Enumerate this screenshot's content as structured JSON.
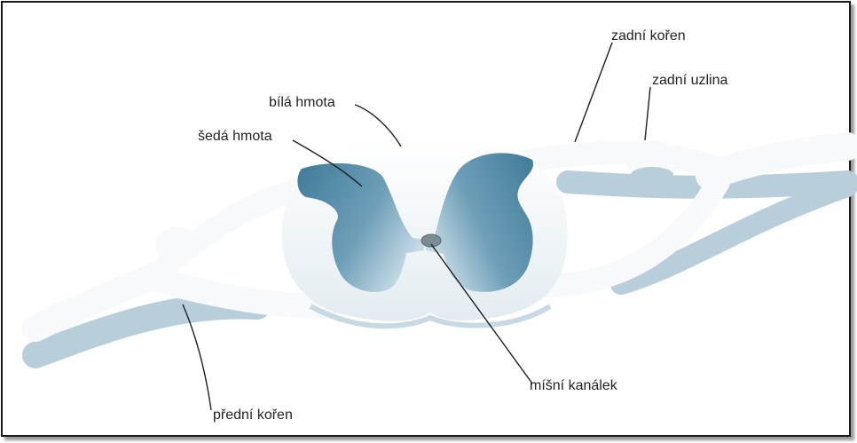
{
  "labels": {
    "zadni_koren": "zadní kořen",
    "zadni_uzlina": "zadní uzlina",
    "bila_hmota": "bílá hmota",
    "seda_hmota": "šedá hmota",
    "misni_kanalek": "míšní kanálek",
    "predni_koren": "přední kořen"
  },
  "colors": {
    "white_matter": "#f7f9fa",
    "white_matter_shadow": "#b9cedb",
    "gray_matter_dark": "#3f7b99",
    "gray_matter_light": "#c6dbe6",
    "central_canal": "#7c8c95",
    "leader_line": "#1f1f1f",
    "frame": "#1a1a1a"
  }
}
